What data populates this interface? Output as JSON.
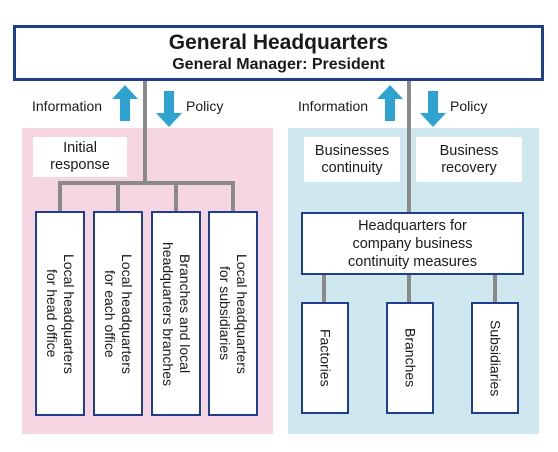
{
  "general_headquarters": {
    "title": "General Headquarters",
    "subtitle": "General Manager: President"
  },
  "left_side": {
    "information_label": "Information",
    "policy_label": "Policy",
    "initial_response": "Initial\nresponse",
    "units": [
      "Local headquarters\nfor head office",
      "Local headquarters\nfor each office",
      "Branches and local\nheadquarters branches",
      "Local headquarters\nfor subsidiaries"
    ]
  },
  "right_side": {
    "information_label": "Information",
    "policy_label": "Policy",
    "businesses_continuity": "Businesses\ncontinuity",
    "business_recovery": "Business\nrecovery",
    "bcp_headquarters": "Headquarters for\ncompany business\ncontinuity measures",
    "units": [
      "Factories",
      "Branches",
      "Subsidiaries"
    ]
  },
  "colors": {
    "box_border": "#1f3f8e",
    "left_panel": "#f6d6e3",
    "right_panel": "#cfe7ef",
    "arrow": "#2fa3cf",
    "connector": "#8a8a8a"
  }
}
